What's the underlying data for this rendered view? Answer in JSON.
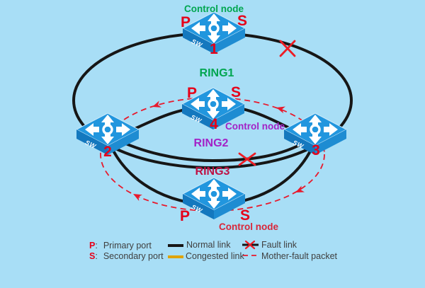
{
  "diagram": {
    "switch_label": "SW",
    "rings": [
      {
        "label": "RING1",
        "color": "#00A650"
      },
      {
        "label": "RING2",
        "color": "#A322C6"
      },
      {
        "label": "RING3",
        "color": "#BE1144"
      }
    ],
    "nodes": [
      {
        "number": "1",
        "role": "Control node",
        "primary": "P",
        "secondary": "S"
      },
      {
        "number": "2"
      },
      {
        "number": "3"
      },
      {
        "number": "4",
        "role": "Control node",
        "primary": "P",
        "secondary": "S"
      },
      {
        "role": "Control node",
        "primary": "P",
        "secondary": "S"
      }
    ]
  },
  "legend": {
    "colon": ":",
    "primary": {
      "key": "P",
      "label": "Primary port"
    },
    "secondary": {
      "key": "S",
      "label": "Secondary port"
    },
    "normal": "Normal link",
    "congested": "Congested link",
    "fault": "Fault link",
    "mother_fault": "Mother-fault packet"
  },
  "colors": {
    "background": "#A8DEF6",
    "link_black": "#161616",
    "fault_red": "#ED1C24",
    "packet_red": "#E8192C",
    "congested_orange": "#DFA300",
    "ring1_green": "#00A650",
    "ring2_purple": "#A322C6",
    "ring3_crimson": "#BE1144",
    "port_red": "#E60019",
    "control_bottom_red": "#D92639",
    "switch_blue": "#2196DE"
  }
}
